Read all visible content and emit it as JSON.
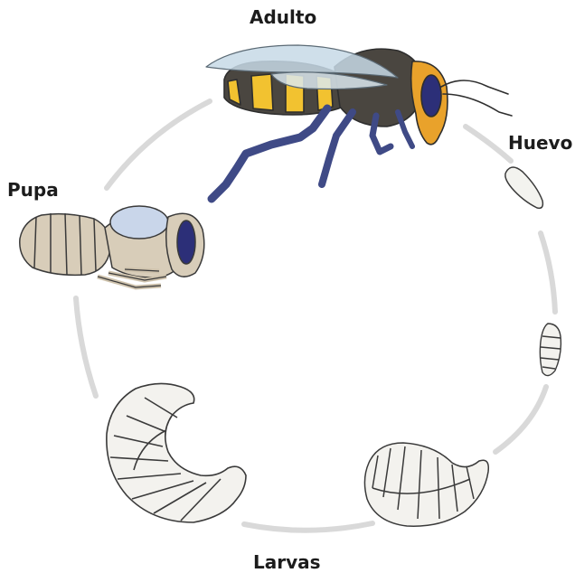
{
  "diagram": {
    "stages": {
      "adult": "Adulto",
      "egg": "Huevo",
      "larvae": "Larvas",
      "pupa": "Pupa"
    },
    "cycle_order": [
      "Huevo",
      "Larvas",
      "Pupa",
      "Adulto"
    ],
    "colors": {
      "cycle_ring": "#d9d9d9",
      "outline": "#3a3a3a",
      "bee_yellow": "#f2c230",
      "bee_body": "#4a4640",
      "bee_legs": "#3f4a86",
      "bee_eye": "#2c2f78",
      "bee_face": "#e9a22b",
      "wing": "#c7d9e6",
      "pupa": "#d8cdb9",
      "pupa_wing_pad": "#c9d6ea",
      "larva": "#f3f2ee",
      "egg": "#f3f3ef"
    },
    "icons": [
      "adult-bee-icon",
      "egg-icon",
      "early-larva-icon",
      "mid-larva-icon",
      "late-larva-icon",
      "pupa-icon"
    ]
  }
}
